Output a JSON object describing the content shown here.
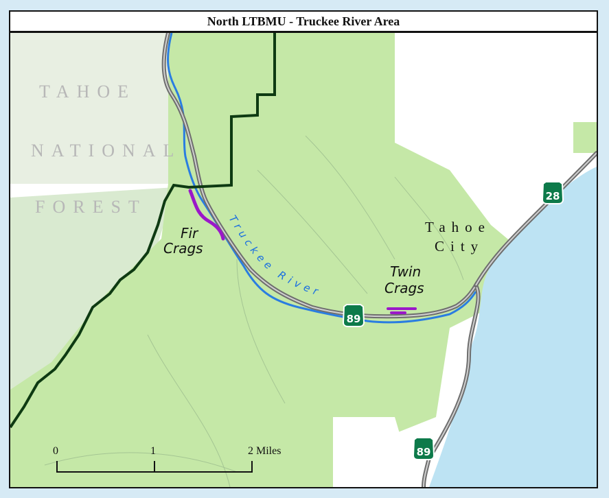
{
  "title": "North LTBMU - Truckee River Area",
  "forest_label": [
    "TAHOE",
    "NATIONAL",
    "FOREST"
  ],
  "city_label": [
    "Tahoe",
    "City"
  ],
  "crags": [
    {
      "line1": "Fir",
      "line2": "Crags"
    },
    {
      "line1": "Twin",
      "line2": "Crags"
    }
  ],
  "river_label": "Truckee River",
  "highways": [
    "89",
    "28",
    "89"
  ],
  "scale": {
    "labels": [
      "0",
      "1",
      "2 Miles"
    ]
  },
  "colors": {
    "forest_green": "#c5e8a7",
    "lake_blue": "#bde3f3",
    "river_blue": "#2a7de1",
    "road_gray": "#777777",
    "boundary": "#0e3a12",
    "crag_purple": "#9b18c9",
    "shield_green": "#0d7a4a"
  }
}
